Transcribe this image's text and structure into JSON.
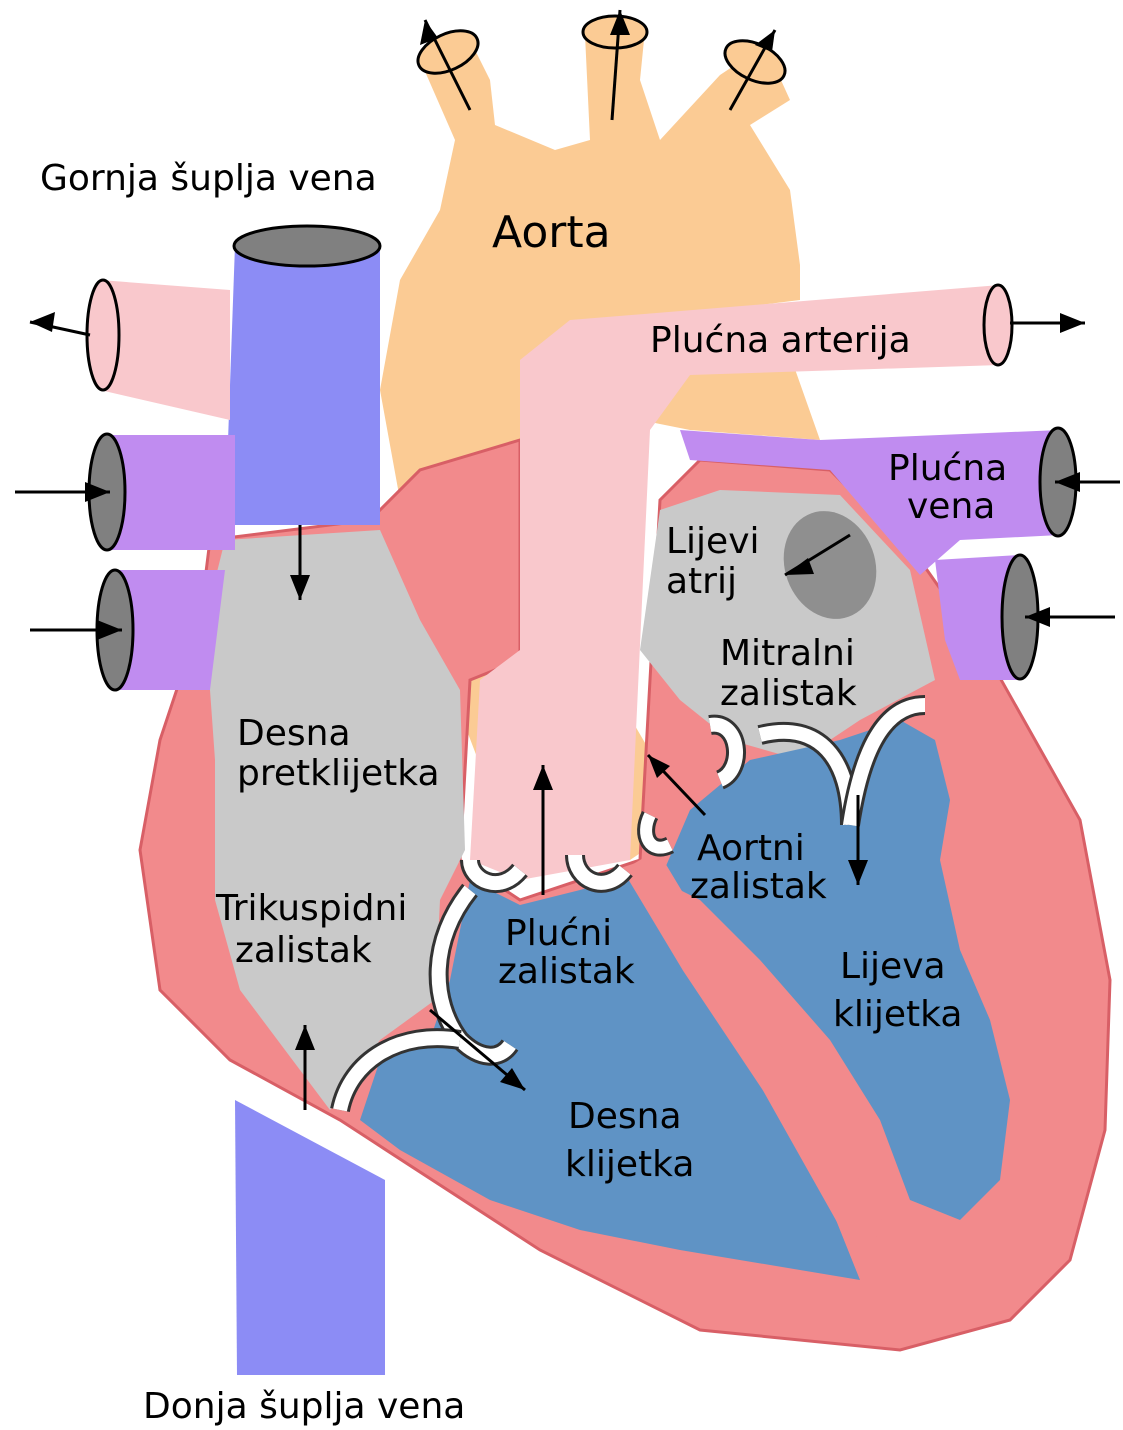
{
  "labels": {
    "superior_vena_cava": "Gornja šuplja vena",
    "aorta": "Aorta",
    "pulmonary_artery": "Plućna arterija",
    "pulmonary_vein_line1": "Plućna",
    "pulmonary_vein_line2": "vena",
    "left_atrium_line1": "Lijevi",
    "left_atrium_line2": "atrij",
    "mitral_valve_line1": "Mitralni",
    "mitral_valve_line2": "zalistak",
    "right_atrium_line1": "Desna",
    "right_atrium_line2": "pretklijetka",
    "aortic_valve_line1": "Aortni",
    "aortic_valve_line2": "zalistak",
    "tricuspid_valve_line1": "Trikuspidni",
    "tricuspid_valve_line2": "zalistak",
    "pulmonary_valve_line1": "Plućni",
    "pulmonary_valve_line2": "zalistak",
    "left_ventricle_line1": "Lijeva",
    "left_ventricle_line2": "klijetka",
    "right_ventricle_line1": "Desna",
    "right_ventricle_line2": "klijetka",
    "inferior_vena_cava": "Donja šuplja vena"
  },
  "colors": {
    "aorta": "#FBCB94",
    "pulmonary_artery": "#F9C8CC",
    "heart_wall": "#F28A8C",
    "wall_outline": "#D85F66",
    "vena_cava": "#8C8CF5",
    "pulmonary_vein": "#C08CF0",
    "atrium": "#C9C9C9",
    "ventricle": "#5F93C5",
    "valve": "#FFFFFF",
    "vessel_lumen": "#808080"
  }
}
